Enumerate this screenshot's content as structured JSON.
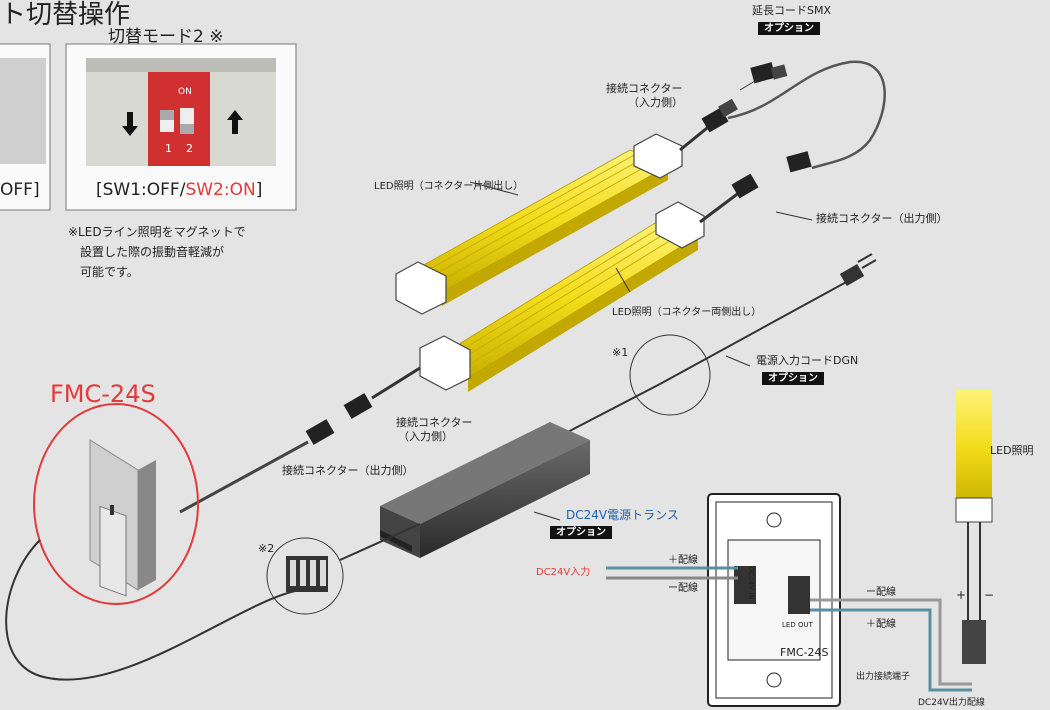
{
  "header": {
    "title_fragment": "ト切替操作"
  },
  "mode_panel": {
    "heading": "切替モード2 ※",
    "left_state_fragment": "OFF]",
    "right_state_prefix": "[SW1:OFF/",
    "right_state_red": "SW2:ON",
    "right_state_suffix": "]",
    "dip_on": "ON",
    "dip_1": "1",
    "dip_2": "2",
    "note_lines": [
      "※LEDライン照明をマグネットで",
      "設置した際の振動音軽減が",
      "可能です。"
    ]
  },
  "product": {
    "name": "FMC-24S",
    "plate_name": "FMC-24S"
  },
  "labels": {
    "ext_cord": "延長コードSMX",
    "option": "オプション",
    "conn_in_top": "接続コネクター",
    "conn_in_top_sub": "（入力側）",
    "led_single": "LED照明（コネクター片側出し）",
    "conn_out_right": "接続コネクター（出力側）",
    "led_double": "LED照明（コネクター両側出し）",
    "mark1": "※1",
    "power_cord": "電源入力コードDGN",
    "conn_in_mid": "接続コネクター",
    "conn_in_mid_sub": "（入力側）",
    "conn_out_left": "接続コネクター（出力側）",
    "transformer": "DC24V電源トランス",
    "mark2": "※2",
    "plus_wire_in": "＋配線",
    "dc_in": "DC24V入力",
    "minus_wire_in": "ー配線",
    "minus_wire_out": "ー配線",
    "plus_wire_out": "＋配線",
    "out_terminal": "出力接続端子",
    "dc_out_wire": "DC24V出力配線",
    "led_light": "LED照明",
    "plus": "+",
    "minus": "−",
    "term_in": "DC24V IN",
    "led_out": "LED OUT"
  },
  "colors": {
    "yellow": "#f3dc1a",
    "red": "#e23a3a",
    "blue": "#1f5fb0",
    "wire_blue": "#5a8fa0"
  }
}
